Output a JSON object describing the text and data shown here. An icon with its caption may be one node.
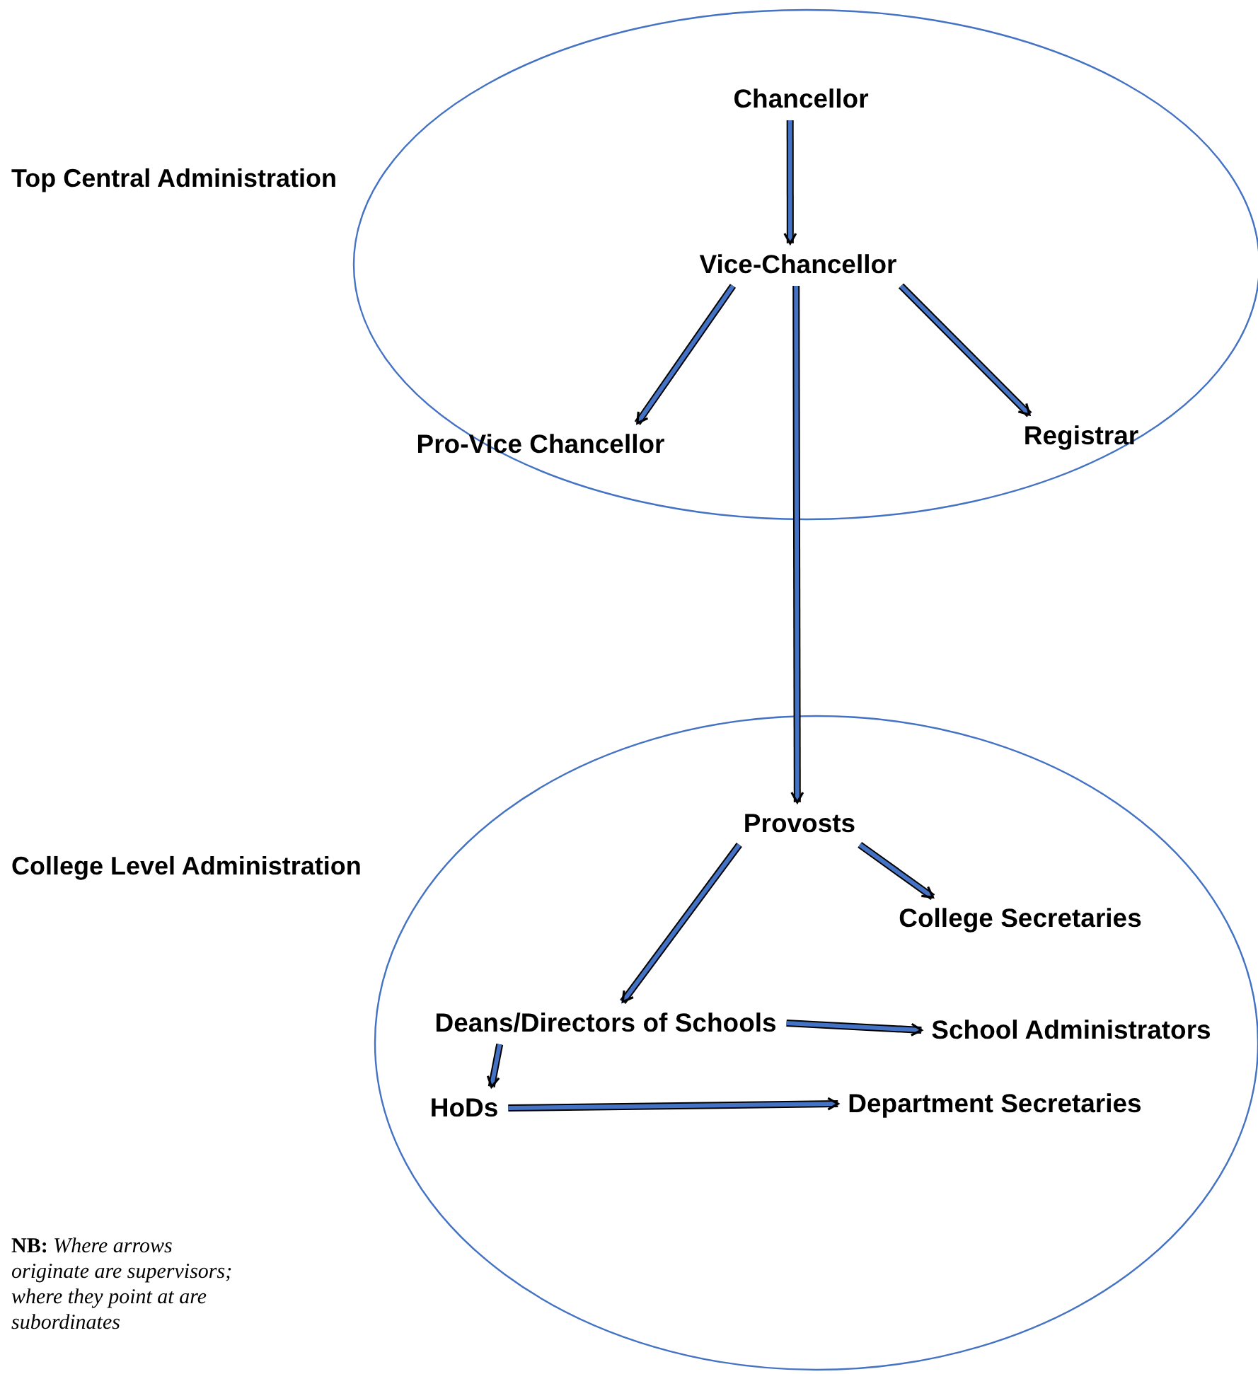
{
  "diagram": {
    "nodes": [
      {
        "text": [
          "Top Central Administration"
        ]
      },
      {
        "text": [
          "Chancellor"
        ],
        "in": 0
      },
      {
        "text": [
          "Vice-Chancellor"
        ],
        "in": 0
      },
      {
        "text": [
          "Pro-Vice Chancellor"
        ],
        "in": 0
      },
      {
        "text": [
          "Registrar"
        ],
        "in": 0
      },
      {
        "text": [
          "College Level Administration"
        ]
      },
      {
        "text": [
          "Provosts"
        ],
        "in": 5
      },
      {
        "text": [
          "College Secretaries"
        ],
        "in": 5
      },
      {
        "text": [
          "Deans/Directors of Schools"
        ],
        "in": 5
      },
      {
        "text": [
          "School Administrators"
        ],
        "in": 5
      },
      {
        "text": [
          "HoDs"
        ],
        "in": 5
      },
      {
        "text": [
          "Department Secretaries"
        ],
        "in": 5
      }
    ],
    "edges": [
      {
        "from": 1,
        "to": 2,
        "arrow": "to"
      },
      {
        "from": 2,
        "to": 3,
        "arrow": "to"
      },
      {
        "from": 2,
        "to": 4,
        "arrow": "to"
      },
      {
        "from": 2,
        "to": 6,
        "arrow": "to"
      },
      {
        "from": 6,
        "to": 7,
        "arrow": "to"
      },
      {
        "from": 6,
        "to": 8,
        "arrow": "to"
      },
      {
        "from": 8,
        "to": 9,
        "arrow": "to"
      },
      {
        "from": 8,
        "to": 10,
        "arrow": "to"
      },
      {
        "from": 10,
        "to": 11,
        "arrow": "to"
      }
    ],
    "labels": [
      "**NB:** *Where arrows originate are supervisors; where they point at are subordinates*"
    ]
  }
}
